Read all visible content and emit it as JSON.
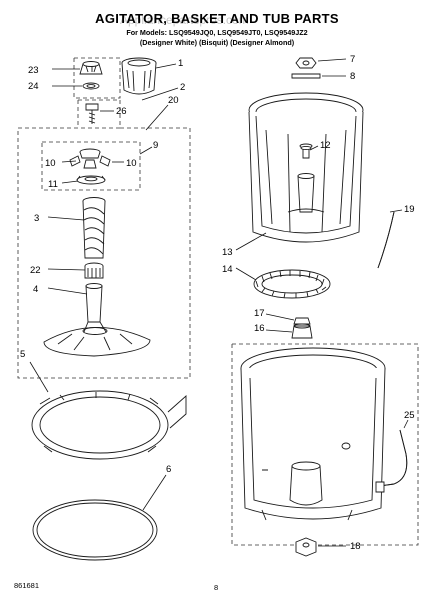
{
  "header": {
    "title": "AGITATOR, BASKET AND TUB PARTS",
    "models": "For Models: LSQ9549JQ0, LSQ9549JT0, LSQ9549JZ2",
    "variants": "(Designer White)   (Bisquit)   (Designer Almond)",
    "watermark": "Appliancepartspros.com"
  },
  "callouts": {
    "c1": "1",
    "c2": "2",
    "c3": "3",
    "c4": "4",
    "c5": "5",
    "c6": "6",
    "c7": "7",
    "c8": "8",
    "c9": "9",
    "c10a": "10",
    "c10b": "10",
    "c11": "11",
    "c12": "12",
    "c13": "13",
    "c14": "14",
    "c16": "16",
    "c17": "17",
    "c18": "18",
    "c19": "19",
    "c20": "20",
    "c22": "22",
    "c23": "23",
    "c24": "24",
    "c25": "25",
    "c26": "26"
  },
  "footer": {
    "left": "861681",
    "page": "8"
  }
}
